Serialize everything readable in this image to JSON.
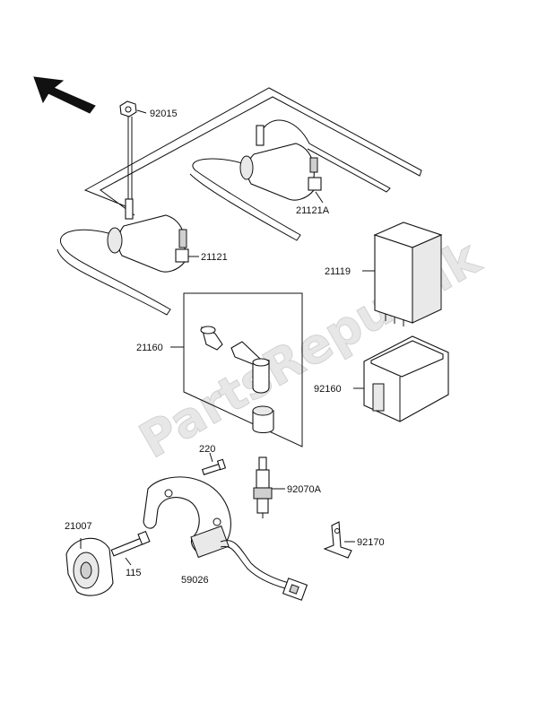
{
  "watermark": "PartsRepublik",
  "orientation": "front-arrow",
  "part_labels": {
    "nut": "92015",
    "coil_rear": "21121A",
    "coil_front": "21121",
    "ignitor": "21119",
    "cap_set": "21160",
    "bracket": "92160",
    "bolt_small": "220",
    "spark_plug": "92070A",
    "rotor": "21007",
    "bolt": "115",
    "pickup": "59026",
    "clamp": "92170"
  }
}
